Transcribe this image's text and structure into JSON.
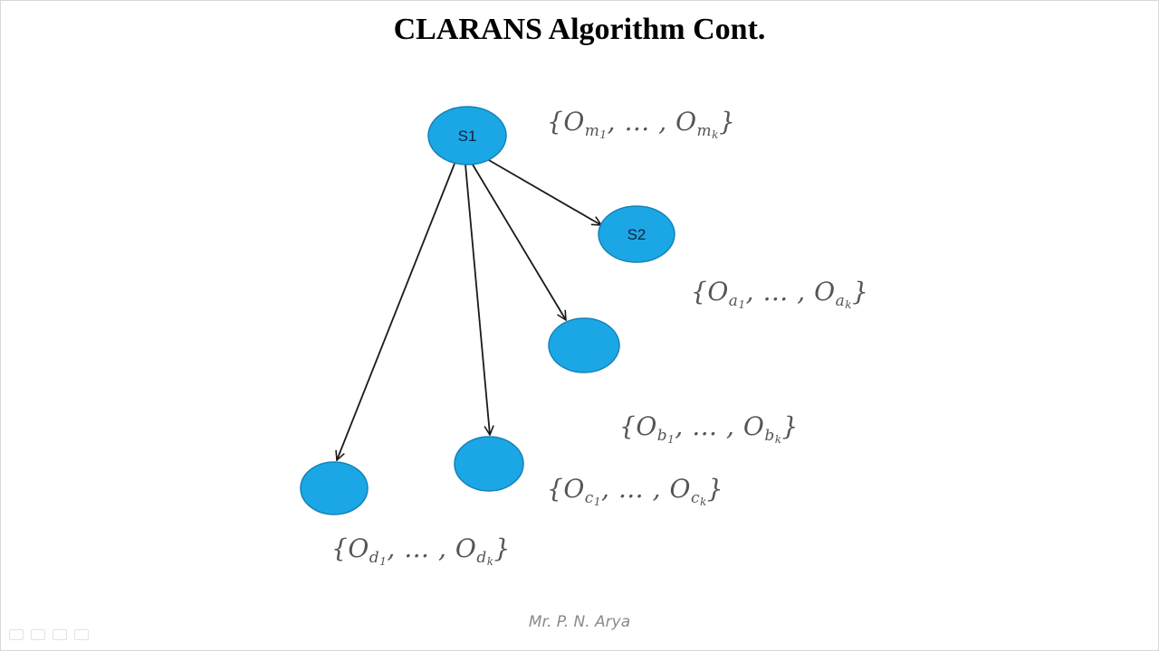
{
  "title": "CLARANS Algorithm Cont.",
  "footer": "Mr. P. N. Arya",
  "colors": {
    "node_fill": "#1ba7e6",
    "node_stroke": "#1582b8",
    "edge": "#1a1a1a",
    "set_text": "#555555"
  },
  "nodes": [
    {
      "id": "s1",
      "label": "S1"
    },
    {
      "id": "s2",
      "label": "S2"
    },
    {
      "id": "b",
      "label": ""
    },
    {
      "id": "c",
      "label": ""
    },
    {
      "id": "d",
      "label": ""
    }
  ],
  "edges": [
    {
      "from": "s1",
      "to": "s2"
    },
    {
      "from": "s1",
      "to": "b"
    },
    {
      "from": "s1",
      "to": "c"
    },
    {
      "from": "s1",
      "to": "d"
    }
  ],
  "sets": {
    "m": {
      "letter": "O",
      "sub": "m",
      "first": "1",
      "last": "k",
      "ellipsis": "…"
    },
    "a": {
      "letter": "O",
      "sub": "a",
      "first": "1",
      "last": "k",
      "ellipsis": "…"
    },
    "b": {
      "letter": "O",
      "sub": "b",
      "first": "1",
      "last": "k",
      "ellipsis": "…"
    },
    "c": {
      "letter": "O",
      "sub": "c",
      "first": "1",
      "last": "k",
      "ellipsis": "…"
    },
    "d": {
      "letter": "O",
      "sub": "d",
      "first": "1",
      "last": "k",
      "ellipsis": "…"
    }
  }
}
